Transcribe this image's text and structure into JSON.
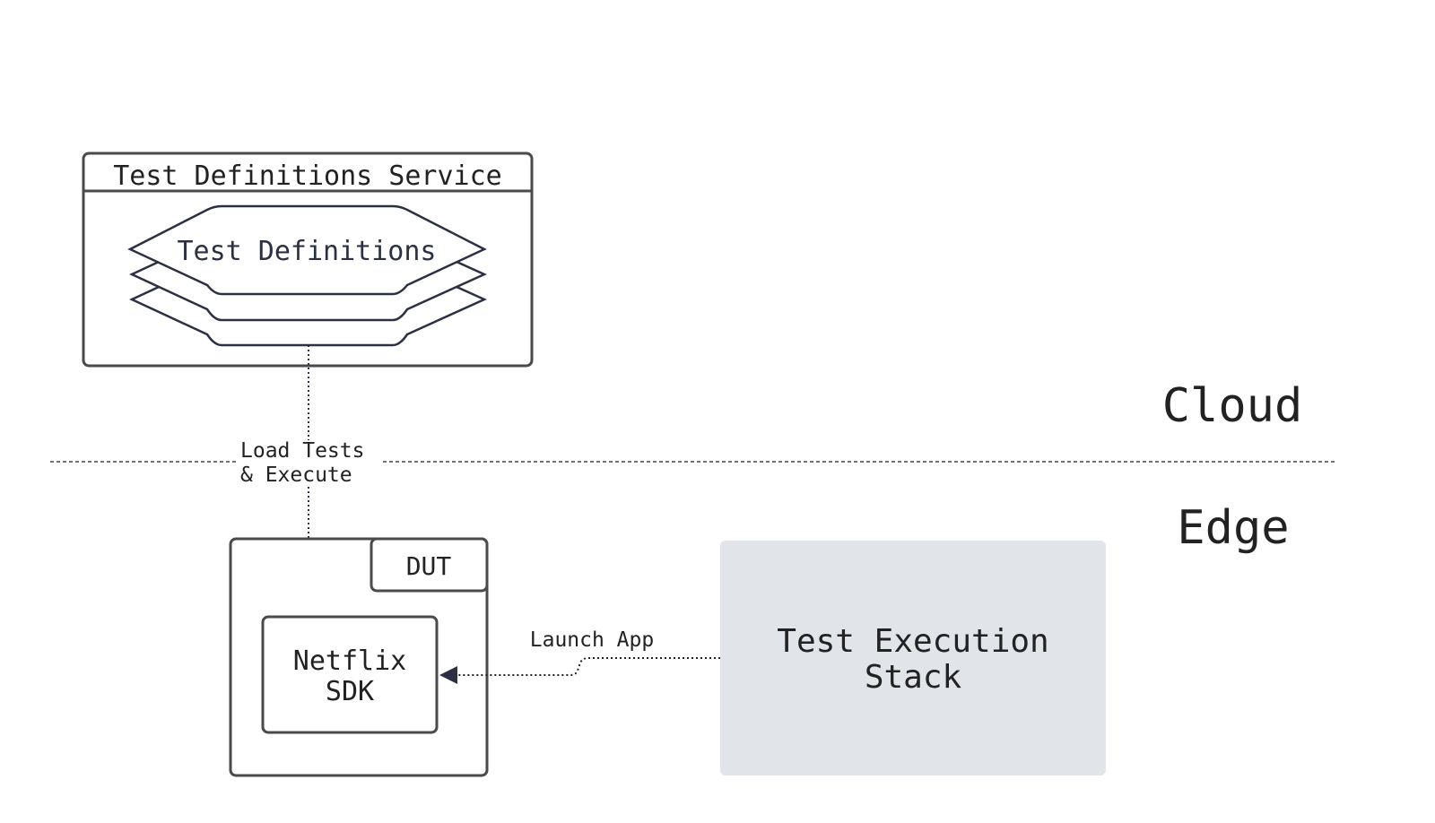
{
  "zones": {
    "cloud_label": "Cloud",
    "edge_label": "Edge"
  },
  "service": {
    "title": "Test Definitions Service",
    "store_label": "Test Definitions"
  },
  "connections": {
    "load_line1": "Load Tests",
    "load_line2": "& Execute",
    "launch_label": "Launch App"
  },
  "device": {
    "tab_label": "DUT",
    "sdk_line1": "Netflix",
    "sdk_line2": "SDK"
  },
  "stack": {
    "line1": "Test Execution",
    "line2": "Stack"
  },
  "colors": {
    "stroke": "#4a4a4a",
    "text": "#222222",
    "text_dark_blue": "#2b3142",
    "stack_fill": "#e1e4e8",
    "divider": "#444444"
  }
}
